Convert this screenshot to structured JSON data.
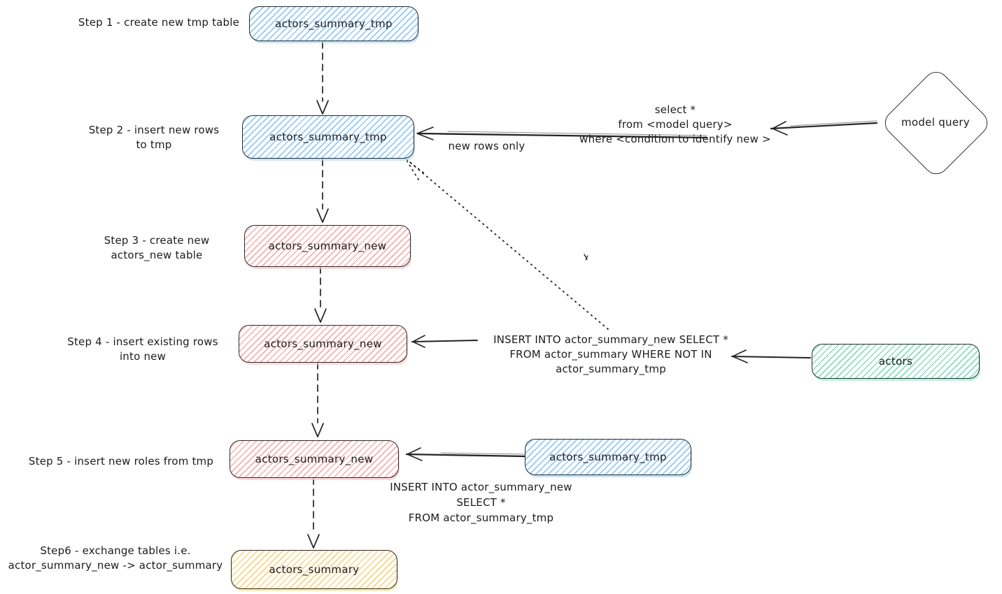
{
  "diagram": {
    "type": "flowchart",
    "colors": {
      "node_blue": "#a5d8ff",
      "node_pink": "#ffc9c9",
      "node_green": "#96f2d7",
      "node_yellow": "#ffe599",
      "stroke": "#1e1e1e",
      "background": "#ffffff"
    },
    "left": {
      "step1": {
        "label": "Step 1 - create new tmp table",
        "node": "actors_summary_tmp"
      },
      "step2": {
        "label1": "Step 2 - insert new rows",
        "label2": "to tmp",
        "node": "actors_summary_tmp"
      },
      "step3": {
        "label1": "Step 3 - create new",
        "label2": "actors_new table",
        "node": "actors_summary_new"
      },
      "step4": {
        "label1": "Step 4 - insert existing rows",
        "label2": "into new",
        "node": "actors_summary_new"
      },
      "step5": {
        "label": "Step 5 - insert new roles from tmp",
        "node": "actors_summary_new"
      },
      "step6": {
        "label1": "Step6 - exchange tables i.e.",
        "label2": "actor_summary_new -> actor_summary",
        "node": "actors_summary"
      }
    },
    "right": {
      "model_query": {
        "node": "model query"
      },
      "query_sql": {
        "line1": "select *",
        "line2": "from <model query>",
        "line3": "where <condition to identify new >"
      },
      "new_rows_label": "new rows only",
      "insert_missing_sql": {
        "line1": "INSERT INTO actor_summary_new SELECT *",
        "line2": "FROM actor_summary WHERE NOT IN",
        "line3": "actor_summary_tmp"
      },
      "actors": {
        "node": "actors"
      },
      "tmp_source": {
        "node": "actors_summary_tmp"
      },
      "insert_tmp_sql": {
        "line1": "INSERT INTO actor_summary_new",
        "line2": "SELECT *",
        "line3": "FROM actor_summary_tmp"
      }
    }
  }
}
